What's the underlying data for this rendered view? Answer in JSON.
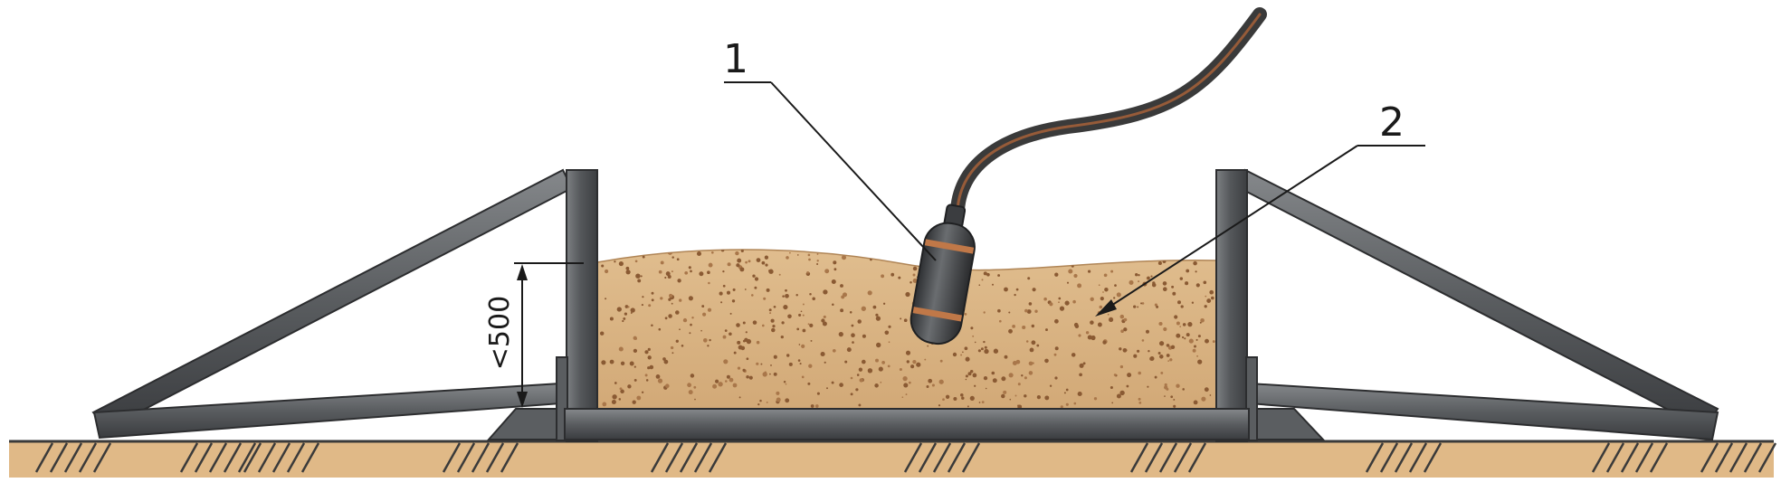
{
  "callouts": {
    "vibrator_number": "1",
    "sand_number": "2"
  },
  "dimension": {
    "height_label": "<500"
  },
  "colors": {
    "frame_steel": "#4f5154",
    "frame_highlight": "#8a8d90",
    "sand_fill": "#d9b485",
    "sand_speck": "#8a5a33",
    "ground_soil": "#e0b987",
    "cable": "#3f3f3f",
    "cable_stripe": "#b5673a",
    "vibrator_body": "#424447",
    "vibrator_band": "#c07848"
  }
}
